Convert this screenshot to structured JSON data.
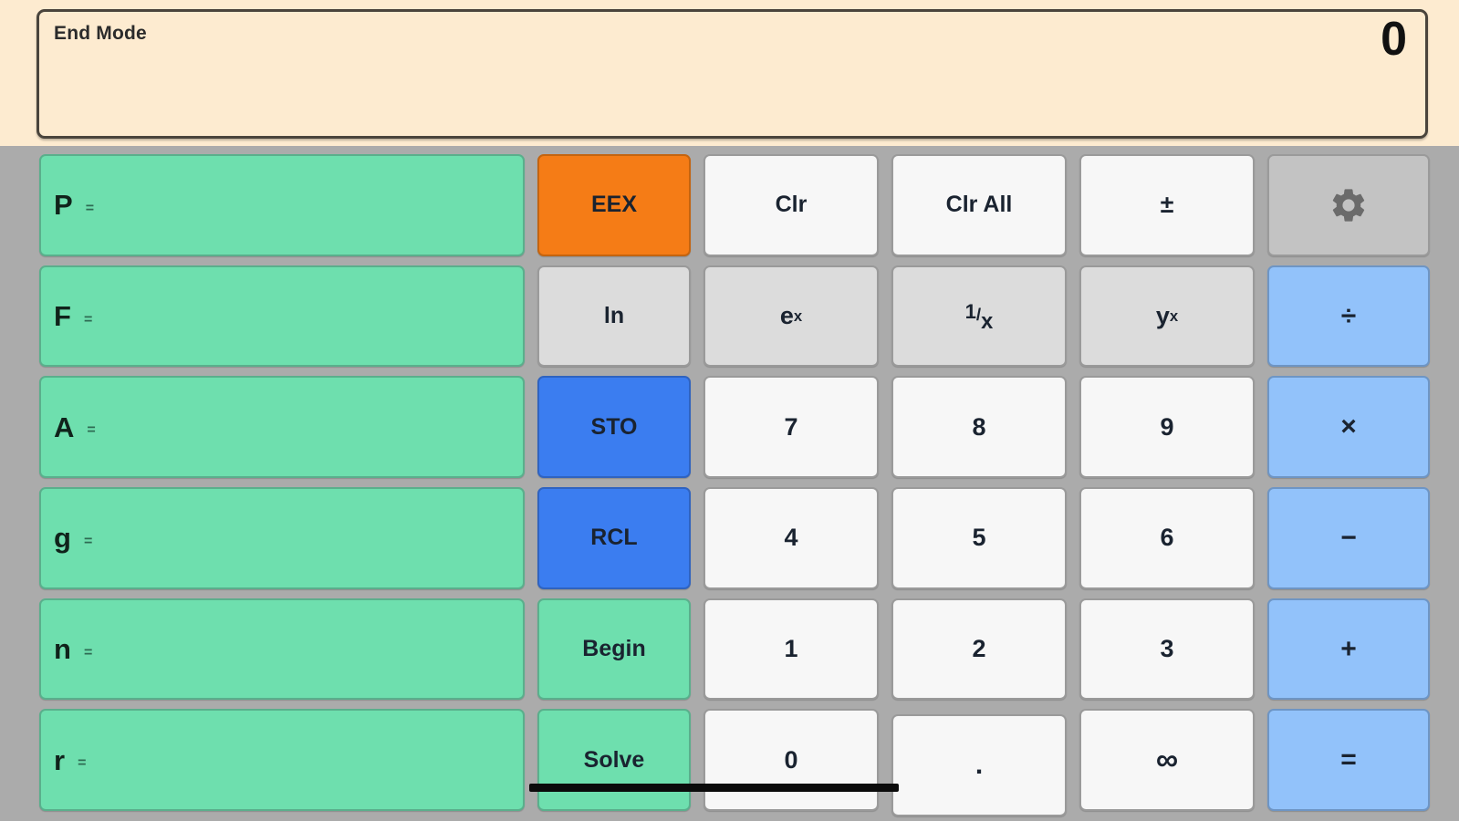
{
  "display": {
    "mode_label": "End Mode",
    "value": "0"
  },
  "variables": [
    {
      "name": "P",
      "equals": "=",
      "value": ""
    },
    {
      "name": "F",
      "equals": "=",
      "value": ""
    },
    {
      "name": "A",
      "equals": "=",
      "value": ""
    },
    {
      "name": "g",
      "equals": "=",
      "value": ""
    },
    {
      "name": "n",
      "equals": "=",
      "value": ""
    },
    {
      "name": "r",
      "equals": "=",
      "value": ""
    }
  ],
  "function_column": [
    {
      "label": "EEX",
      "color": "orange"
    },
    {
      "label": "ln",
      "color": "gray"
    },
    {
      "label": "STO",
      "color": "blue"
    },
    {
      "label": "RCL",
      "color": "blue"
    },
    {
      "label": "Begin",
      "color": "green"
    },
    {
      "label": "Solve",
      "color": "green"
    }
  ],
  "keys": {
    "clr": "Clr",
    "clr_all": "Clr All",
    "plus_minus": "±",
    "settings_icon": "gear-icon",
    "e_pow_x": {
      "base": "e",
      "exp": "x"
    },
    "one_over_x": {
      "num": "1",
      "slash": "/",
      "den": "x"
    },
    "y_pow_x": {
      "base": "y",
      "exp": "x"
    },
    "n7": "7",
    "n8": "8",
    "n9": "9",
    "n4": "4",
    "n5": "5",
    "n6": "6",
    "n1": "1",
    "n2": "2",
    "n3": "3",
    "n0": "0",
    "decimal": ".",
    "infinity": "∞"
  },
  "operators": {
    "divide": "÷",
    "multiply": "×",
    "subtract": "−",
    "add": "+",
    "equals": "="
  },
  "colors": {
    "background": "#ABABAB",
    "display_bg": "#FDEBD0",
    "green": "#6EDFAE",
    "orange": "#F57C16",
    "blue": "#3B7DF0",
    "light_blue": "#92C2FA",
    "white_key": "#F7F7F7",
    "gray_key": "#DCDCDC",
    "gear_key": "#C3C3C3"
  }
}
